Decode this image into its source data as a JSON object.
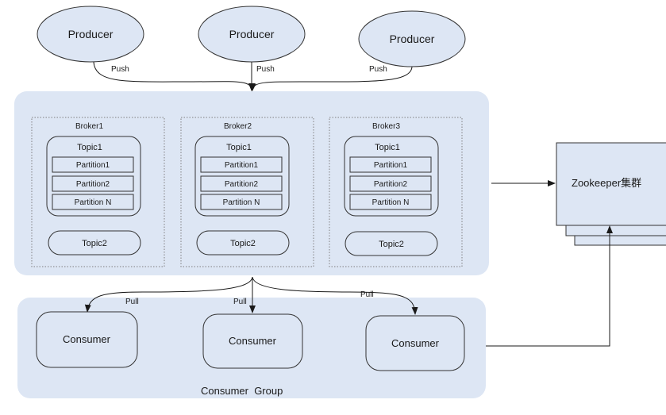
{
  "producers": [
    {
      "label": "Producer"
    },
    {
      "label": "Producer"
    },
    {
      "label": "Producer"
    }
  ],
  "push_labels": [
    "Push",
    "Push",
    "Push"
  ],
  "brokers": [
    {
      "label": "Broker1",
      "topic1": {
        "label": "Topic1",
        "partitions": [
          "Partition1",
          "Partition2",
          "Partition N"
        ]
      },
      "topic2": {
        "label": "Topic2"
      }
    },
    {
      "label": "Broker2",
      "topic1": {
        "label": "Topic1",
        "partitions": [
          "Partition1",
          "Partition2",
          "Partition N"
        ]
      },
      "topic2": {
        "label": "Topic2"
      }
    },
    {
      "label": "Broker3",
      "topic1": {
        "label": "Topic1",
        "partitions": [
          "Partition1",
          "Partition2",
          "Partition N"
        ]
      },
      "topic2": {
        "label": "Topic2"
      }
    }
  ],
  "zookeeper": {
    "label": "Zookeeper集群"
  },
  "pull_labels": [
    "Pull",
    "Pull",
    "Pull"
  ],
  "consumers": [
    {
      "label": "Consumer"
    },
    {
      "label": "Consumer"
    },
    {
      "label": "Consumer"
    }
  ],
  "consumer_group": {
    "label": "Consumer  Group"
  },
  "colors": {
    "cluster_fill": "#dde6f4",
    "node_fill": "#dde6f4",
    "stroke": "#333333",
    "dotted": "#7f7f7f",
    "partition_fill": "#dde6f4"
  }
}
